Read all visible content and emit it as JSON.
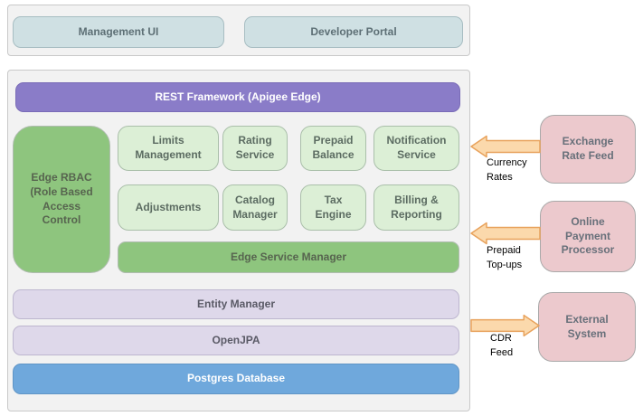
{
  "top_panel": {
    "boxes": [
      {
        "label": "Management UI"
      },
      {
        "label": "Developer Portal"
      }
    ]
  },
  "stack": {
    "rest_framework": "REST Framework (Apigee Edge)",
    "rbac": "Edge RBAC\n(Role Based\nAccess\nControl",
    "services_row1": [
      {
        "label": "Limits\nManagement"
      },
      {
        "label": "Rating\nService"
      },
      {
        "label": "Prepaid\nBalance"
      },
      {
        "label": "Notification\nService"
      }
    ],
    "services_row2": [
      {
        "label": "Adjustments"
      },
      {
        "label": "Catalog\nManager"
      },
      {
        "label": "Tax\nEngine"
      },
      {
        "label": "Billing &\nReporting"
      }
    ],
    "edge_service_manager": "Edge Service Manager",
    "entity_manager": "Entity Manager",
    "openjpa": "OpenJPA",
    "postgres": "Postgres Database"
  },
  "external": {
    "systems": [
      {
        "label": "Exchange\nRate Feed"
      },
      {
        "label": "Online\nPayment\nProcessor"
      },
      {
        "label": "External\nSystem"
      }
    ],
    "flows": [
      {
        "label": "Currency\nRates",
        "direction": "left"
      },
      {
        "label": "Prepaid\nTop-ups",
        "direction": "left"
      },
      {
        "label": "CDR\nFeed",
        "direction": "right"
      }
    ]
  },
  "colors": {
    "panel_bg": "#f2f2f2",
    "bluegray_box": "#cfe0e3",
    "purple_bar": "#8a7cc8",
    "green_box": "#8ec57e",
    "light_green_box": "#dcefd6",
    "lavender_box": "#ded8ea",
    "blue_box": "#6fa8dc",
    "pink_box": "#ecc9cd",
    "arrow_fill": "#fbd9ac",
    "arrow_stroke": "#e8a25c"
  }
}
